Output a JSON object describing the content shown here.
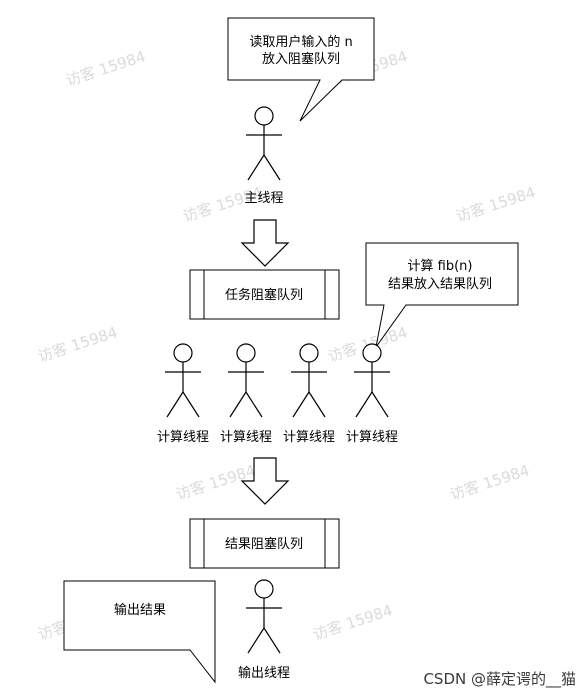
{
  "callouts": {
    "main_line1": "读取用户输入的 n",
    "main_line2": "放入阻塞队列",
    "compute_line1": "计算 fib(n)",
    "compute_line2": "结果放入结果队列",
    "output": "输出结果"
  },
  "actors": {
    "main": "主线程",
    "compute_1": "计算线程",
    "compute_2": "计算线程",
    "compute_3": "计算线程",
    "compute_4": "计算线程",
    "output": "输出线程"
  },
  "queues": {
    "task": "任务阻塞队列",
    "result": "结果阻塞队列"
  },
  "watermark": "访客 15984",
  "footer": "CSDN @薛定谔的__猫"
}
